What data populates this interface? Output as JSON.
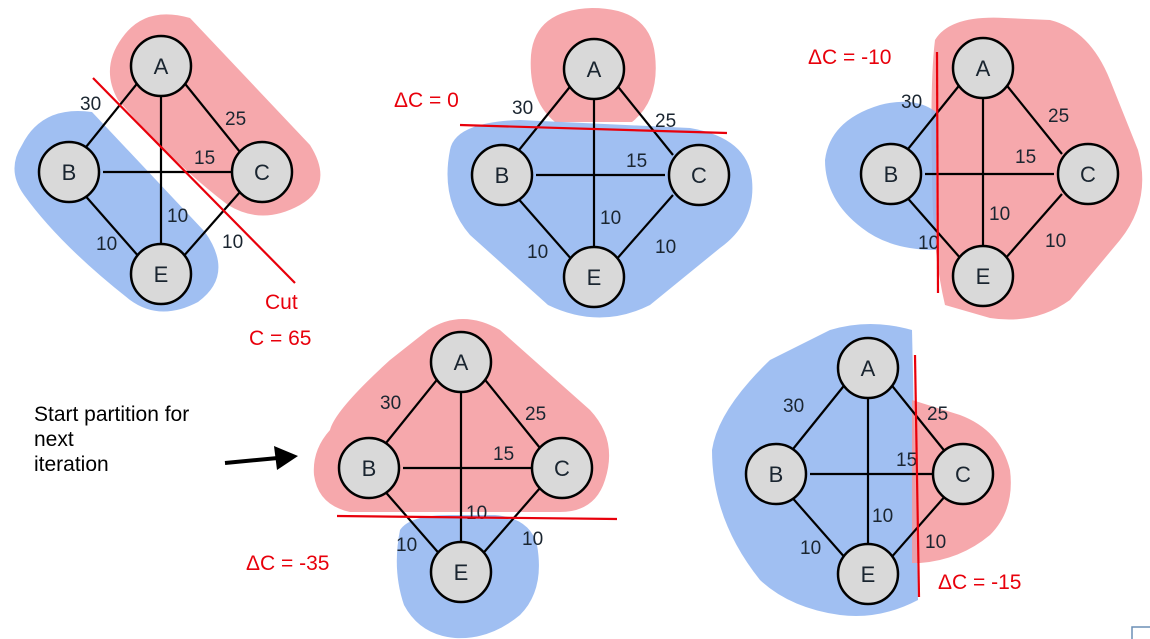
{
  "colors": {
    "red_region": "#f4999d",
    "blue_region": "#8fb4f0",
    "cut_line": "#e8000b",
    "node_fill": "#d9d9d9"
  },
  "nodes": {
    "a": "A",
    "b": "B",
    "c": "C",
    "e": "E"
  },
  "weights": {
    "ab": "30",
    "ac": "25",
    "bc": "15",
    "ae": "10",
    "be": "10",
    "ce": "10"
  },
  "labels": {
    "cut": "Cut",
    "initial_cost": "C = 65",
    "delta_1": "ΔC = 0",
    "delta_2": "ΔC = -10",
    "delta_3": "ΔC = -35",
    "delta_4": "ΔC = -15",
    "start_line1": "Start partition for",
    "start_line2": "next",
    "start_line3": "iteration"
  }
}
